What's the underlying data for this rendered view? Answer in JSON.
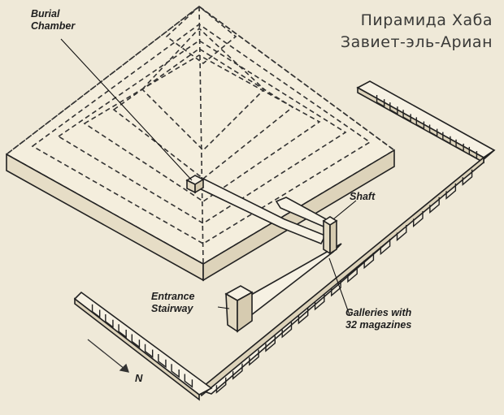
{
  "title": {
    "line1": "Пирамида Хаба",
    "line2": "Завиет-эль-Ариан"
  },
  "labels": {
    "burial_chamber": [
      "Burial",
      "Chamber"
    ],
    "shaft": "Shaft",
    "entrance_stairway": [
      "Entrance",
      "Stairway"
    ],
    "galleries": [
      "Galleries with",
      "32 magazines"
    ],
    "north": "N"
  },
  "colors": {
    "background": "#efe9d8",
    "stone_light": "#f6f1e3",
    "stone_shade": "#e3dac2",
    "line": "#222222"
  }
}
